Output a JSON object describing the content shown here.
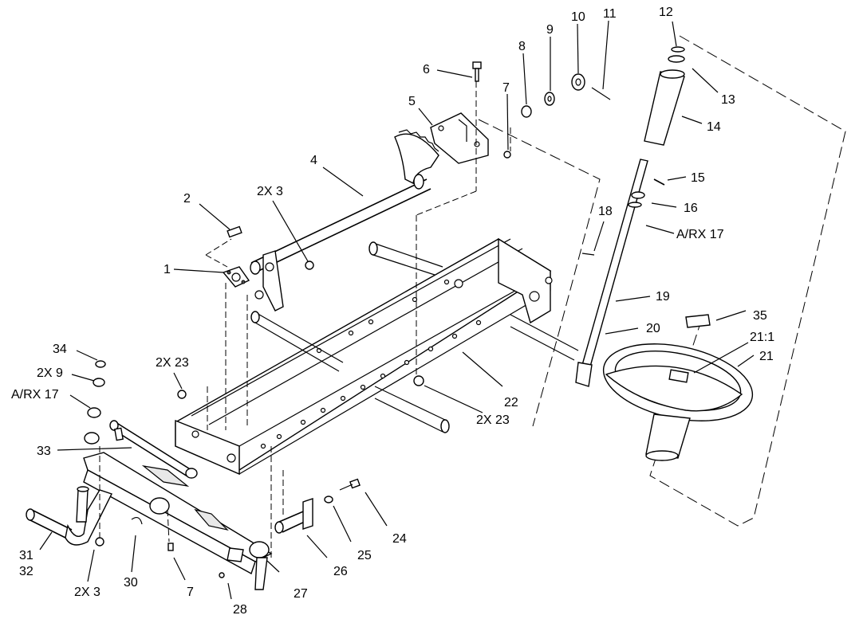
{
  "callouts": [
    {
      "id": "c12",
      "text": "12"
    },
    {
      "id": "c10",
      "text": "10"
    },
    {
      "id": "c11",
      "text": "11"
    },
    {
      "id": "c9",
      "text": "9"
    },
    {
      "id": "c8",
      "text": "8"
    },
    {
      "id": "c6",
      "text": "6"
    },
    {
      "id": "c7a",
      "text": "7"
    },
    {
      "id": "c5",
      "text": "5"
    },
    {
      "id": "c13",
      "text": "13"
    },
    {
      "id": "c14",
      "text": "14"
    },
    {
      "id": "c4",
      "text": "4"
    },
    {
      "id": "c2x3a",
      "text": "2X 3"
    },
    {
      "id": "c2",
      "text": "2"
    },
    {
      "id": "c15",
      "text": "15"
    },
    {
      "id": "c16",
      "text": "16"
    },
    {
      "id": "c18",
      "text": "18"
    },
    {
      "id": "carx17a",
      "text": "A/RX 17"
    },
    {
      "id": "c1",
      "text": "1"
    },
    {
      "id": "c19",
      "text": "19"
    },
    {
      "id": "c35",
      "text": "35"
    },
    {
      "id": "c20",
      "text": "20"
    },
    {
      "id": "c211",
      "text": "21:1"
    },
    {
      "id": "c21",
      "text": "21"
    },
    {
      "id": "c34",
      "text": "34"
    },
    {
      "id": "c2x23a",
      "text": "2X 23"
    },
    {
      "id": "c2x9",
      "text": "2X 9"
    },
    {
      "id": "carx17b",
      "text": "A/RX 17"
    },
    {
      "id": "c22",
      "text": "22"
    },
    {
      "id": "c2x23b",
      "text": "2X 23"
    },
    {
      "id": "c33",
      "text": "33"
    },
    {
      "id": "c24",
      "text": "24"
    },
    {
      "id": "c25",
      "text": "25"
    },
    {
      "id": "c26",
      "text": "26"
    },
    {
      "id": "c31",
      "text": "31"
    },
    {
      "id": "c32",
      "text": "32"
    },
    {
      "id": "c2x3b",
      "text": "2X 3"
    },
    {
      "id": "c30",
      "text": "30"
    },
    {
      "id": "c7b",
      "text": "7"
    },
    {
      "id": "c27",
      "text": "27"
    },
    {
      "id": "c28",
      "text": "28"
    }
  ]
}
